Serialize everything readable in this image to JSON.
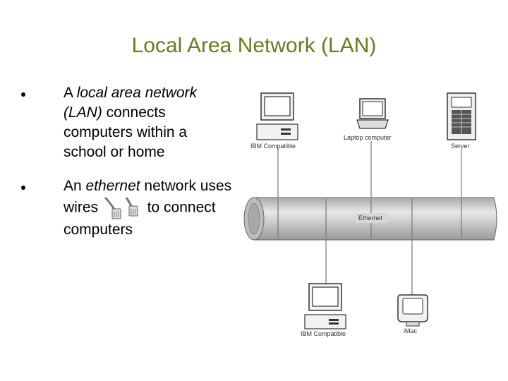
{
  "slide": {
    "title": "Local Area Network (LAN)"
  },
  "bullets": [
    {
      "pre": "A ",
      "em": "local area network (LAN)",
      "post": " connects computers within a school or home"
    },
    {
      "pre": "An ",
      "em": "ethernet",
      "post_a": " network uses wires ",
      "post_b": " to connect computers"
    }
  ],
  "diagram": {
    "nodes": {
      "ibm_top": "IBM Compatible",
      "laptop": "Laptop computer",
      "server": "Server",
      "ethernet": "Ethernet",
      "ibm_bottom": "IBM Compatible",
      "imac": "iMac"
    },
    "icons": [
      "desktop-computer-icon",
      "laptop-icon",
      "server-icon",
      "ethernet-cable-icon",
      "imac-icon",
      "rj45-cable-icon"
    ]
  }
}
